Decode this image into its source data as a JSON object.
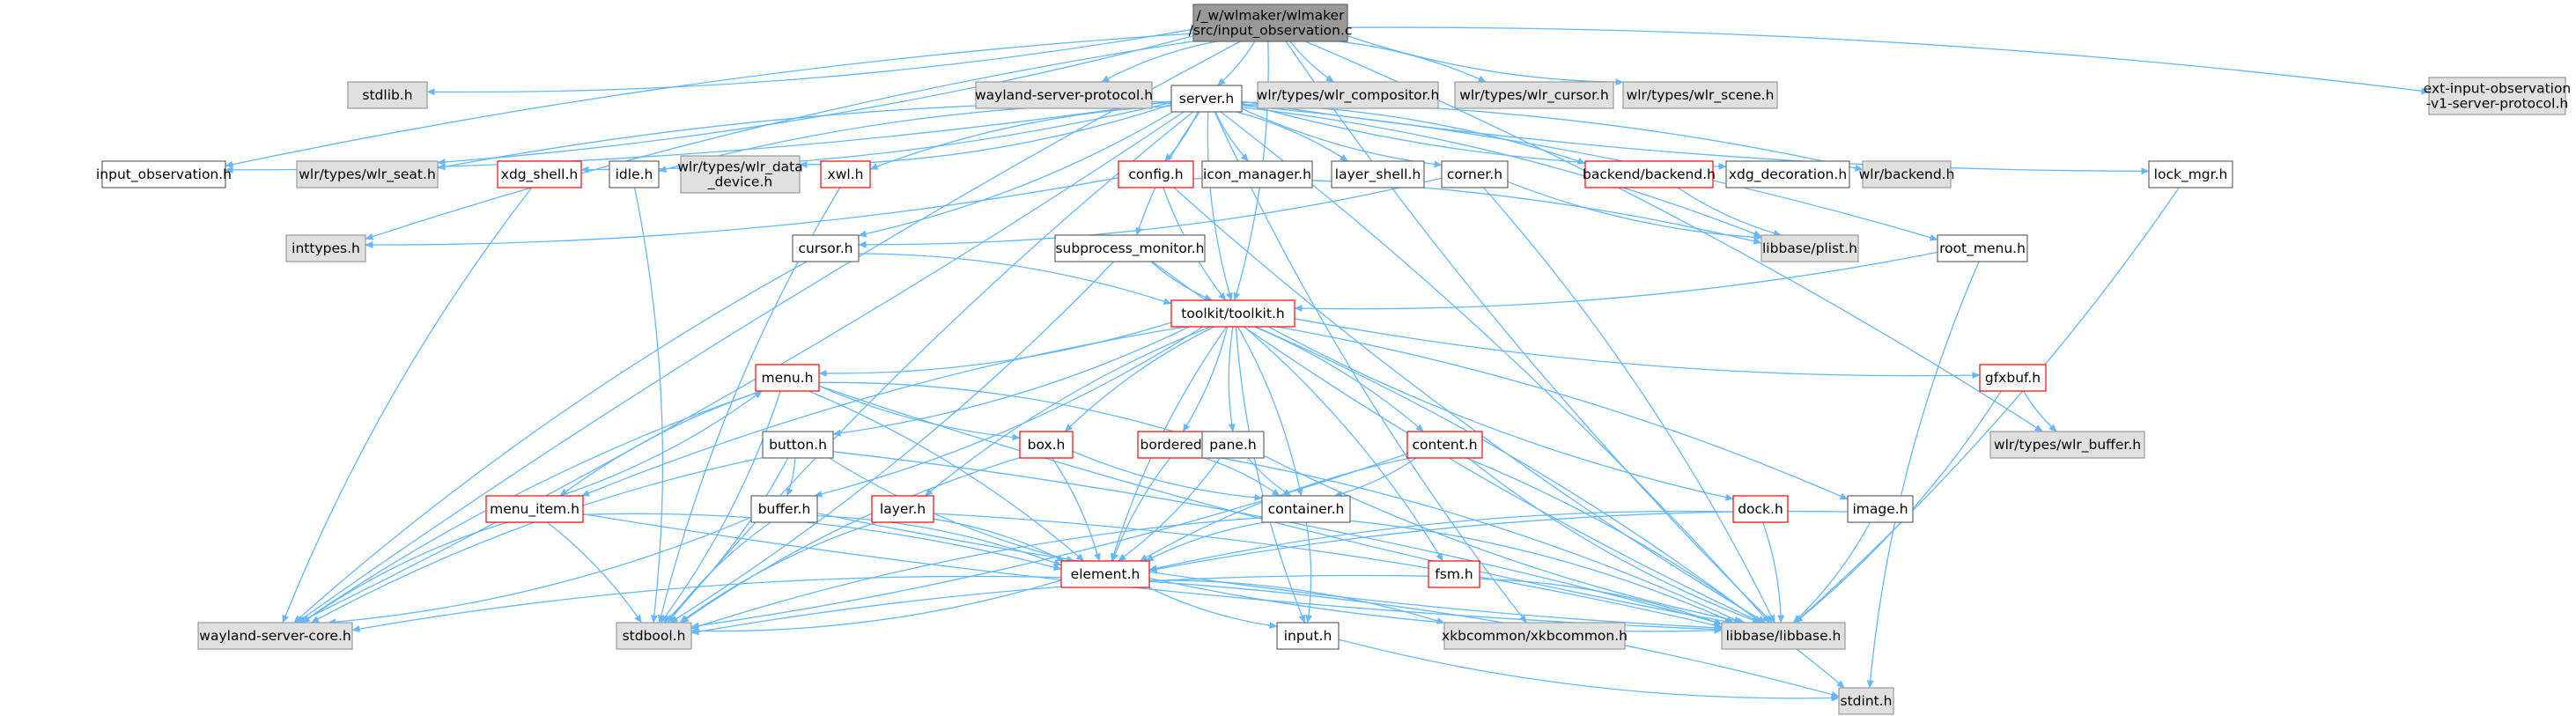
{
  "graph": {
    "nodes": [
      {
        "id": "root",
        "lines": [
          "/_w/wlmaker/wlmaker",
          "/src/input_observation.c"
        ],
        "style": "root"
      },
      {
        "id": "stdlib",
        "lines": [
          "stdlib.h"
        ],
        "style": "sys"
      },
      {
        "id": "wsproto",
        "lines": [
          "wayland-server-protocol.h"
        ],
        "style": "sys"
      },
      {
        "id": "server",
        "lines": [
          "server.h"
        ],
        "style": "plain"
      },
      {
        "id": "compositor",
        "lines": [
          "wlr/types/wlr_compositor.h"
        ],
        "style": "sys"
      },
      {
        "id": "cursor_t",
        "lines": [
          "wlr/types/wlr_cursor.h"
        ],
        "style": "sys"
      },
      {
        "id": "scene",
        "lines": [
          "wlr/types/wlr_scene.h"
        ],
        "style": "sys"
      },
      {
        "id": "extinput",
        "lines": [
          "ext-input-observation",
          "-v1-server-protocol.h"
        ],
        "style": "sys"
      },
      {
        "id": "inputobs",
        "lines": [
          "input_observation.h"
        ],
        "style": "plain"
      },
      {
        "id": "seat",
        "lines": [
          "wlr/types/wlr_seat.h"
        ],
        "style": "sys"
      },
      {
        "id": "xdgshell",
        "lines": [
          "xdg_shell.h"
        ],
        "style": "red"
      },
      {
        "id": "idle",
        "lines": [
          "idle.h"
        ],
        "style": "plain"
      },
      {
        "id": "datadev",
        "lines": [
          "wlr/types/wlr_data",
          "_device.h"
        ],
        "style": "sys"
      },
      {
        "id": "xwl",
        "lines": [
          "xwl.h"
        ],
        "style": "red"
      },
      {
        "id": "config",
        "lines": [
          "config.h"
        ],
        "style": "red"
      },
      {
        "id": "iconmgr",
        "lines": [
          "icon_manager.h"
        ],
        "style": "plain"
      },
      {
        "id": "layershell",
        "lines": [
          "layer_shell.h"
        ],
        "style": "plain"
      },
      {
        "id": "corner",
        "lines": [
          "corner.h"
        ],
        "style": "plain"
      },
      {
        "id": "backend",
        "lines": [
          "backend/backend.h"
        ],
        "style": "red"
      },
      {
        "id": "xdgdeco",
        "lines": [
          "xdg_decoration.h"
        ],
        "style": "plain"
      },
      {
        "id": "wlrbackend",
        "lines": [
          "wlr/backend.h"
        ],
        "style": "sys"
      },
      {
        "id": "lockmgr",
        "lines": [
          "lock_mgr.h"
        ],
        "style": "plain"
      },
      {
        "id": "inttypes",
        "lines": [
          "inttypes.h"
        ],
        "style": "sys"
      },
      {
        "id": "cursor",
        "lines": [
          "cursor.h"
        ],
        "style": "plain"
      },
      {
        "id": "subproc",
        "lines": [
          "subprocess_monitor.h"
        ],
        "style": "plain"
      },
      {
        "id": "plist",
        "lines": [
          "libbase/plist.h"
        ],
        "style": "sys"
      },
      {
        "id": "rootmenu",
        "lines": [
          "root_menu.h"
        ],
        "style": "plain"
      },
      {
        "id": "toolkit",
        "lines": [
          "toolkit/toolkit.h"
        ],
        "style": "red"
      },
      {
        "id": "menu",
        "lines": [
          "menu.h"
        ],
        "style": "red"
      },
      {
        "id": "gfxbuf",
        "lines": [
          "gfxbuf.h"
        ],
        "style": "red"
      },
      {
        "id": "buffer_t",
        "lines": [
          "wlr/types/wlr_buffer.h"
        ],
        "style": "sys"
      },
      {
        "id": "button",
        "lines": [
          "button.h"
        ],
        "style": "plain"
      },
      {
        "id": "box",
        "lines": [
          "box.h"
        ],
        "style": "red"
      },
      {
        "id": "bordered",
        "lines": [
          "bordered.h"
        ],
        "style": "red"
      },
      {
        "id": "pane",
        "lines": [
          "pane.h"
        ],
        "style": "plain"
      },
      {
        "id": "content",
        "lines": [
          "content.h"
        ],
        "style": "red"
      },
      {
        "id": "menuitem",
        "lines": [
          "menu_item.h"
        ],
        "style": "red"
      },
      {
        "id": "buffer",
        "lines": [
          "buffer.h"
        ],
        "style": "plain"
      },
      {
        "id": "layer",
        "lines": [
          "layer.h"
        ],
        "style": "red"
      },
      {
        "id": "container",
        "lines": [
          "container.h"
        ],
        "style": "plain"
      },
      {
        "id": "dock",
        "lines": [
          "dock.h"
        ],
        "style": "red"
      },
      {
        "id": "image",
        "lines": [
          "image.h"
        ],
        "style": "plain"
      },
      {
        "id": "element",
        "lines": [
          "element.h"
        ],
        "style": "red"
      },
      {
        "id": "fsm",
        "lines": [
          "fsm.h"
        ],
        "style": "red"
      },
      {
        "id": "wscore",
        "lines": [
          "wayland-server-core.h"
        ],
        "style": "sys"
      },
      {
        "id": "stdbool",
        "lines": [
          "stdbool.h"
        ],
        "style": "sys"
      },
      {
        "id": "input",
        "lines": [
          "input.h"
        ],
        "style": "plain"
      },
      {
        "id": "xkb",
        "lines": [
          "xkbcommon/xkbcommon.h"
        ],
        "style": "sys"
      },
      {
        "id": "libbase",
        "lines": [
          "libbase/libbase.h"
        ],
        "style": "sys"
      },
      {
        "id": "stdint",
        "lines": [
          "stdint.h"
        ],
        "style": "sys"
      }
    ],
    "edges": [
      [
        "root",
        "stdlib"
      ],
      [
        "root",
        "wsproto"
      ],
      [
        "root",
        "server"
      ],
      [
        "root",
        "compositor"
      ],
      [
        "root",
        "cursor_t"
      ],
      [
        "root",
        "scene"
      ],
      [
        "root",
        "extinput"
      ],
      [
        "root",
        "inputobs"
      ],
      [
        "root",
        "seat"
      ],
      [
        "root",
        "inttypes"
      ],
      [
        "root",
        "toolkit"
      ],
      [
        "root",
        "wscore"
      ],
      [
        "root",
        "buffer_t"
      ],
      [
        "root",
        "libbase"
      ],
      [
        "server",
        "inputobs"
      ],
      [
        "server",
        "seat"
      ],
      [
        "server",
        "xdgshell"
      ],
      [
        "server",
        "idle"
      ],
      [
        "server",
        "datadev"
      ],
      [
        "server",
        "xwl"
      ],
      [
        "server",
        "config"
      ],
      [
        "server",
        "iconmgr"
      ],
      [
        "server",
        "layershell"
      ],
      [
        "server",
        "corner"
      ],
      [
        "server",
        "backend"
      ],
      [
        "server",
        "xdgdeco"
      ],
      [
        "server",
        "wlrbackend"
      ],
      [
        "server",
        "lockmgr"
      ],
      [
        "server",
        "cursor"
      ],
      [
        "server",
        "subproc"
      ],
      [
        "server",
        "rootmenu"
      ],
      [
        "server",
        "toolkit"
      ],
      [
        "server",
        "wscore"
      ],
      [
        "server",
        "stdbool"
      ],
      [
        "server",
        "libbase"
      ],
      [
        "server",
        "xkb"
      ],
      [
        "server",
        "plist"
      ],
      [
        "xdgshell",
        "wscore"
      ],
      [
        "idle",
        "stdbool"
      ],
      [
        "xwl",
        "stdbool"
      ],
      [
        "config",
        "inttypes"
      ],
      [
        "config",
        "toolkit"
      ],
      [
        "config",
        "plist"
      ],
      [
        "config",
        "libbase"
      ],
      [
        "corner",
        "cursor"
      ],
      [
        "corner",
        "plist"
      ],
      [
        "corner",
        "libbase"
      ],
      [
        "backend",
        "plist"
      ],
      [
        "lockmgr",
        "libbase"
      ],
      [
        "cursor",
        "wscore"
      ],
      [
        "cursor",
        "toolkit"
      ],
      [
        "subproc",
        "toolkit"
      ],
      [
        "subproc",
        "stdbool"
      ],
      [
        "subproc",
        "libbase"
      ],
      [
        "rootmenu",
        "toolkit"
      ],
      [
        "rootmenu",
        "stdint"
      ],
      [
        "toolkit",
        "menu"
      ],
      [
        "toolkit",
        "gfxbuf"
      ],
      [
        "toolkit",
        "button"
      ],
      [
        "toolkit",
        "box"
      ],
      [
        "toolkit",
        "bordered"
      ],
      [
        "toolkit",
        "pane"
      ],
      [
        "toolkit",
        "content"
      ],
      [
        "toolkit",
        "menuitem"
      ],
      [
        "toolkit",
        "buffer"
      ],
      [
        "toolkit",
        "layer"
      ],
      [
        "toolkit",
        "container"
      ],
      [
        "toolkit",
        "dock"
      ],
      [
        "toolkit",
        "image"
      ],
      [
        "toolkit",
        "element"
      ],
      [
        "toolkit",
        "fsm"
      ],
      [
        "toolkit",
        "input"
      ],
      [
        "toolkit",
        "libbase"
      ],
      [
        "gfxbuf",
        "buffer_t"
      ],
      [
        "gfxbuf",
        "libbase"
      ],
      [
        "menu",
        "box"
      ],
      [
        "menu",
        "pane"
      ],
      [
        "menu",
        "menuitem"
      ],
      [
        "menu",
        "element"
      ],
      [
        "menu",
        "wscore"
      ],
      [
        "menu",
        "stdbool"
      ],
      [
        "menu",
        "libbase"
      ],
      [
        "button",
        "buffer"
      ],
      [
        "button",
        "element"
      ],
      [
        "button",
        "stdbool"
      ],
      [
        "button",
        "wscore"
      ],
      [
        "button",
        "libbase"
      ],
      [
        "box",
        "container"
      ],
      [
        "box",
        "element"
      ],
      [
        "box",
        "stdbool"
      ],
      [
        "bordered",
        "container"
      ],
      [
        "bordered",
        "element"
      ],
      [
        "bordered",
        "libbase"
      ],
      [
        "pane",
        "container"
      ],
      [
        "pane",
        "element"
      ],
      [
        "pane",
        "libbase"
      ],
      [
        "content",
        "container"
      ],
      [
        "content",
        "element"
      ],
      [
        "content",
        "stdbool"
      ],
      [
        "content",
        "libbase"
      ],
      [
        "content",
        "stdint"
      ],
      [
        "menuitem",
        "menu"
      ],
      [
        "menuitem",
        "element"
      ],
      [
        "menuitem",
        "wscore"
      ],
      [
        "menuitem",
        "stdbool"
      ],
      [
        "menuitem",
        "libbase"
      ],
      [
        "buffer",
        "element"
      ],
      [
        "buffer",
        "stdbool"
      ],
      [
        "buffer",
        "wscore"
      ],
      [
        "buffer",
        "libbase"
      ],
      [
        "layer",
        "element"
      ],
      [
        "layer",
        "stdbool"
      ],
      [
        "layer",
        "libbase"
      ],
      [
        "container",
        "element"
      ],
      [
        "container",
        "input"
      ],
      [
        "container",
        "stdbool"
      ],
      [
        "container",
        "libbase"
      ],
      [
        "dock",
        "element"
      ],
      [
        "dock",
        "libbase"
      ],
      [
        "image",
        "element"
      ],
      [
        "image",
        "libbase"
      ],
      [
        "element",
        "wscore"
      ],
      [
        "element",
        "stdbool"
      ],
      [
        "element",
        "input"
      ],
      [
        "element",
        "xkb"
      ],
      [
        "element",
        "libbase"
      ],
      [
        "element",
        "stdint"
      ],
      [
        "fsm",
        "stdbool"
      ],
      [
        "fsm",
        "libbase"
      ],
      [
        "input",
        "stdint"
      ]
    ]
  },
  "colors": {
    "edge": "#63b8ff",
    "root_fill": "#999999",
    "sys_fill": "#e0e0e0",
    "sys_stroke": "#999999",
    "plain_stroke": "#666666",
    "red_stroke": "#ff0000"
  }
}
